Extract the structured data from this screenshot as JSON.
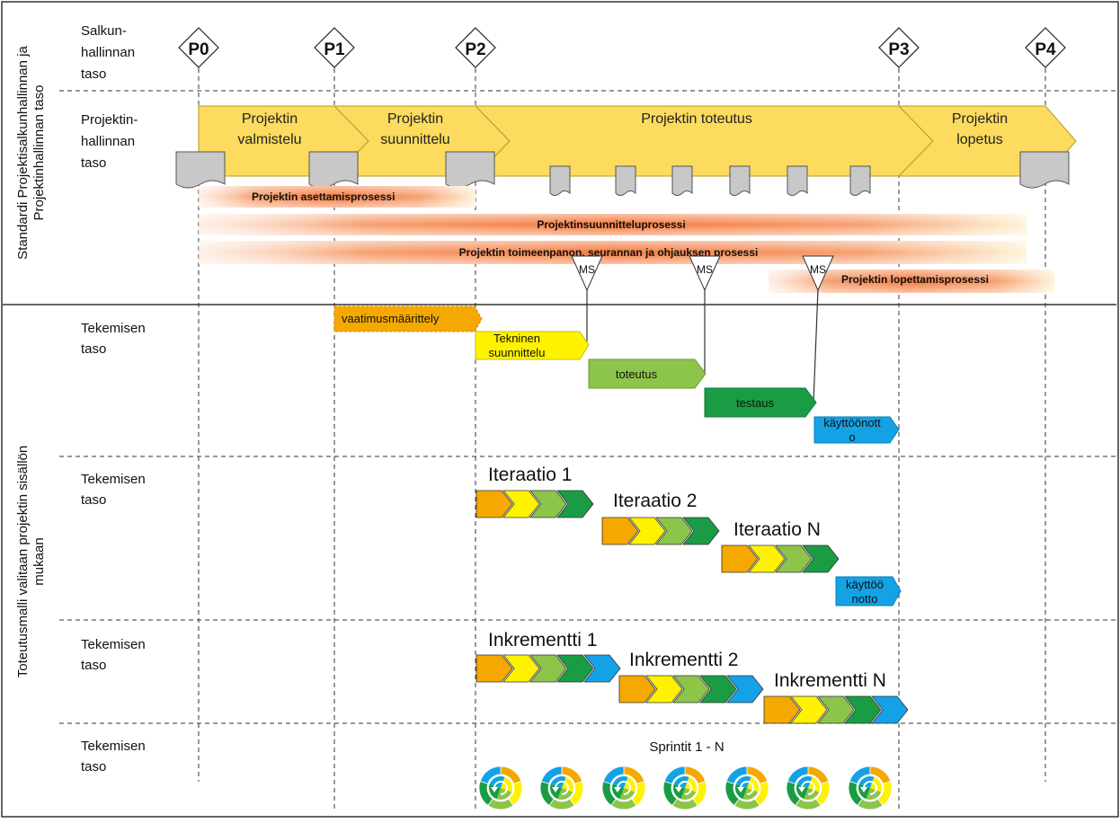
{
  "side_labels": {
    "top_line1": "Standardi Projektisalkunhallinnan ja",
    "top_line2": "Projektinhallinnan taso",
    "bottom_line1": "Toteutusmalli valitaan projektin sisällön",
    "bottom_line2": "mukaan"
  },
  "row_labels": {
    "portfolio": [
      "Salkun-",
      "hallinnan",
      "taso"
    ],
    "project": [
      "Projektin-",
      "hallinnan",
      "taso"
    ],
    "work1": [
      "Tekemisen",
      "taso"
    ],
    "work2": [
      "Tekemisen",
      "taso"
    ],
    "work3": [
      "Tekemisen",
      "taso"
    ],
    "work4": [
      "Tekemisen",
      "taso"
    ]
  },
  "gates": [
    "P0",
    "P1",
    "P2",
    "P3",
    "P4"
  ],
  "phases": [
    [
      "Projektin",
      "valmistelu"
    ],
    [
      "Projektin",
      "suunnittelu"
    ],
    [
      "Projektin toteutus"
    ],
    [
      "Projektin",
      "lopetus"
    ]
  ],
  "processes": [
    "Projektin asettamisprosessi",
    "Projektinsuunnitteluprosessi",
    "Projektin toimeenpanon, seurannan ja ohjauksen prosessi",
    "Projektin lopettamisprosessi"
  ],
  "milestone_label": "MS",
  "waterfall": [
    [
      "vaatimusmäärittely"
    ],
    [
      "Tekninen",
      "suunnittelu"
    ],
    [
      "toteutus"
    ],
    [
      "testaus"
    ],
    [
      "käyttöönott",
      "o"
    ]
  ],
  "iterations": [
    "Iteraatio 1",
    "Iteraatio 2",
    "Iteraatio N"
  ],
  "iteration_deploy": [
    "käyttöö",
    "notto"
  ],
  "increments": [
    "Inkrementti 1",
    "Inkrementti 2",
    "Inkrementti N"
  ],
  "sprints_label": "Sprintit 1 - N",
  "colors": {
    "phase_fill": "#FCDB5E",
    "doc_fill": "#C8C8C8",
    "process_orange": "#F4783C",
    "orange": "#F5A800",
    "yellow": "#FFF200",
    "light_green": "#8CC54A",
    "dark_green": "#1A9C44",
    "blue": "#13A2E6"
  }
}
